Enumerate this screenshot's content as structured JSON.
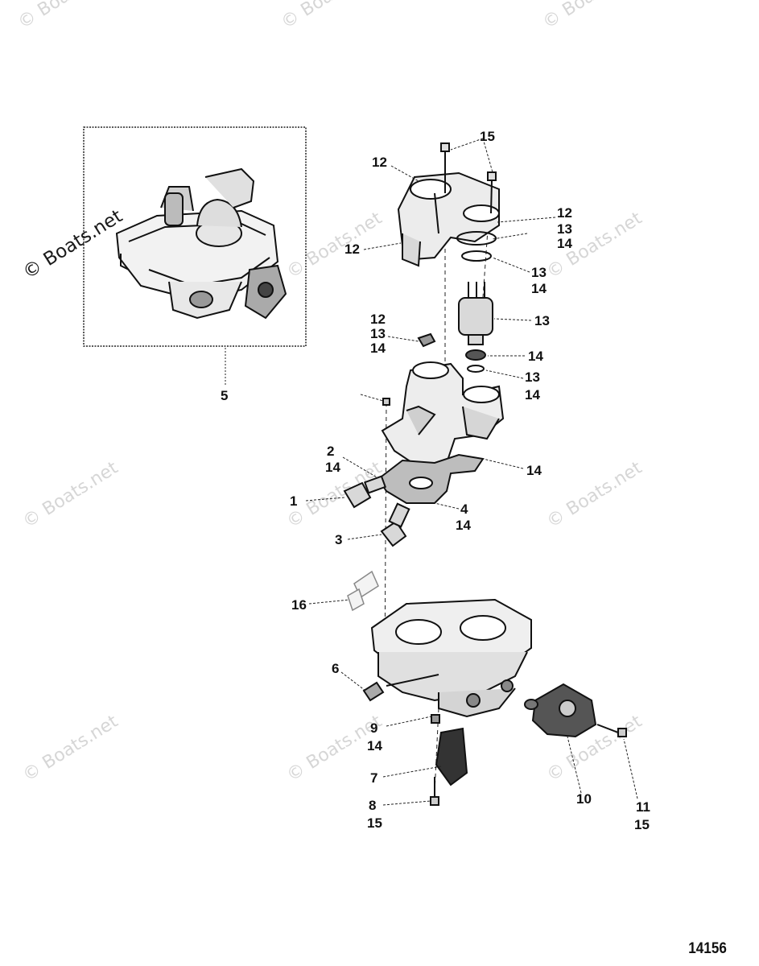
{
  "watermark": "© Boats.net",
  "figure_number": "14156",
  "inset_label": "5",
  "callouts": {
    "c15_top": "15",
    "c12_top": "12",
    "c12_left": "12",
    "c12_right": "12",
    "c13_right_a": "13",
    "c14_right_a": "14",
    "c13_right_b": "13",
    "c14_right_b": "14",
    "c13_valve": "13",
    "c14_valve": "14",
    "c13_right_c": "13",
    "c14_right_c": "14",
    "c12_mid": "12",
    "c13_mid": "13",
    "c14_mid": "14",
    "c2": "2",
    "c14_2": "14",
    "c1": "1",
    "c14_gasket": "14",
    "c4": "4",
    "c14_4": "14",
    "c3": "3",
    "c16": "16",
    "c6": "6",
    "c9": "9",
    "c14_9": "14",
    "c7": "7",
    "c8": "8",
    "c15_8": "15",
    "c10": "10",
    "c11": "11",
    "c15_11": "15"
  }
}
